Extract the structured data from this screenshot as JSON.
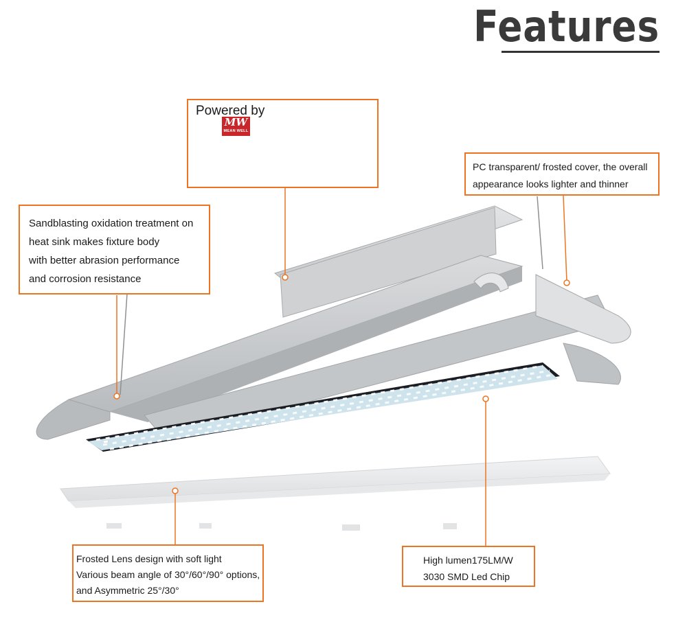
{
  "title": "Features",
  "callouts": {
    "powered": {
      "label": "Powered by",
      "logo_line1": "MW",
      "logo_line2": "MEAN WELL"
    },
    "sandblasting": {
      "lines": [
        "Sandblasting oxidation treatment on",
        "heat sink makes fixture body",
        "with better abrasion performance",
        "and corrosion resistance"
      ]
    },
    "pc_cover": {
      "lines": [
        "PC transparent/ frosted cover, the overall",
        "appearance looks lighter and thinner"
      ]
    },
    "frosted_lens": {
      "lines": [
        "Frosted Lens design with soft light",
        "Various beam angle of 30°/60°/90° options,",
        "and Asymmetric 25°/30°"
      ]
    },
    "led_chip": {
      "lines": [
        "High lumen175LM/W",
        "3030 SMD Led Chip"
      ]
    }
  },
  "colors": {
    "accent": "#ec7423",
    "logo_red": "#c8262b",
    "metal": "#c8cacc",
    "title": "#3a3a3a"
  }
}
